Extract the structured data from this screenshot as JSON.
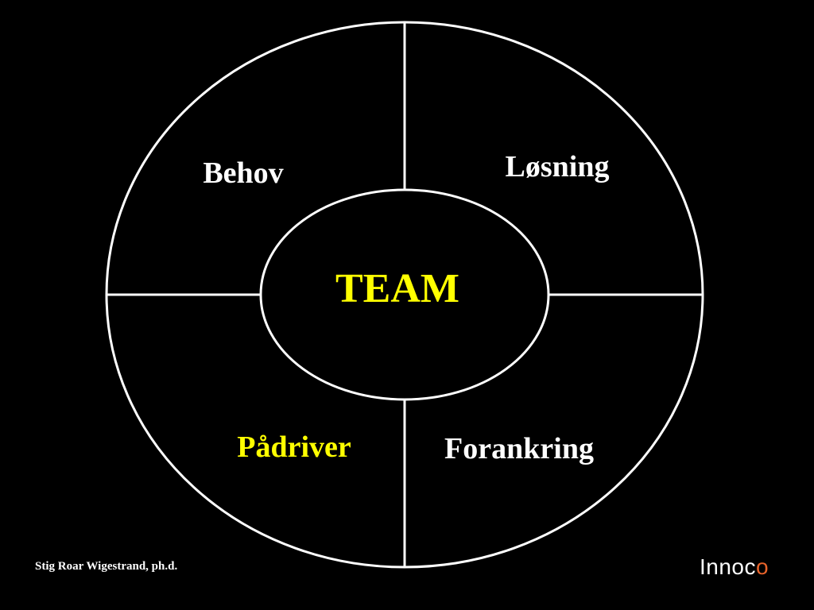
{
  "diagram": {
    "center_label": "TEAM",
    "quadrants": {
      "top_left": "Behov",
      "top_right": "Løsning",
      "bottom_left": "Pådriver",
      "bottom_right": "Forankring"
    }
  },
  "footer": {
    "author": "Stig Roar Wigestrand, ph.d.",
    "logo_main": "Innoc",
    "logo_accent": "o"
  },
  "colors": {
    "background": "#000000",
    "lines": "#ffffff",
    "highlight": "#ffff00",
    "text": "#ffffff",
    "logo_accent": "#e8632a"
  }
}
